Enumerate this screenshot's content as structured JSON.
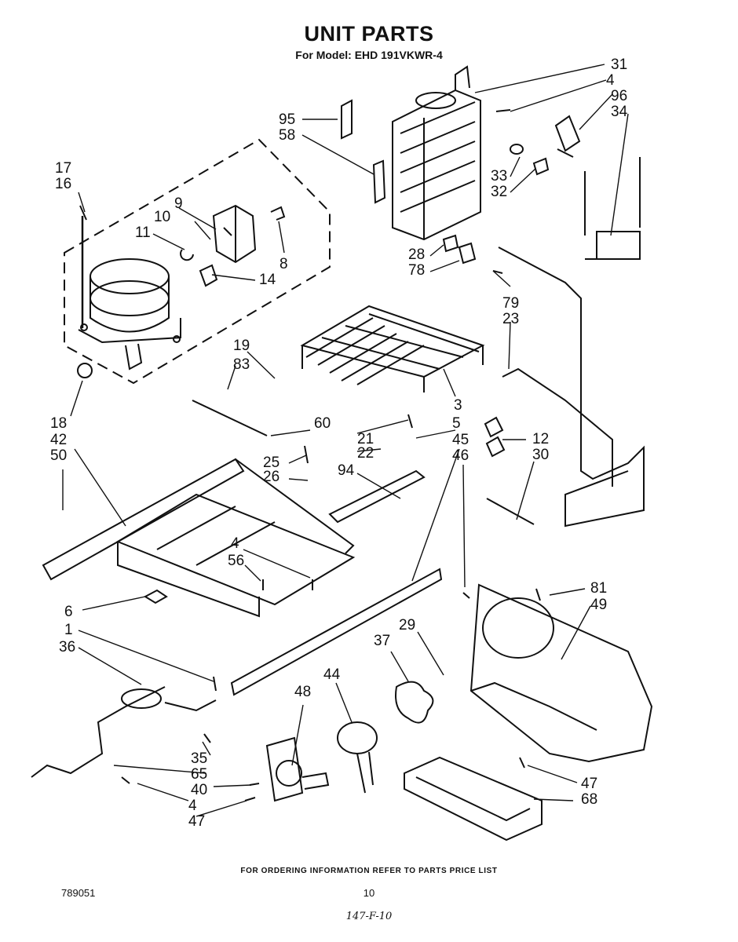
{
  "header": {
    "title": "UNIT PARTS",
    "subtitle": "For Model: EHD 191VKWR-4"
  },
  "footer": {
    "ordering_note": "FOR ORDERING INFORMATION REFER TO PARTS PRICE LIST",
    "doc_number": "789051",
    "page_number": "10",
    "handwritten_note": "147-F-10"
  },
  "callouts": [
    {
      "id": "c31",
      "text": "31"
    },
    {
      "id": "c4a",
      "text": "4"
    },
    {
      "id": "c96",
      "text": "96"
    },
    {
      "id": "c34",
      "text": "34"
    },
    {
      "id": "c95",
      "text": "95"
    },
    {
      "id": "c58",
      "text": "58"
    },
    {
      "id": "c33",
      "text": "33"
    },
    {
      "id": "c32",
      "text": "32"
    },
    {
      "id": "c17",
      "text": "17"
    },
    {
      "id": "c16",
      "text": "16"
    },
    {
      "id": "c9",
      "text": "9"
    },
    {
      "id": "c10",
      "text": "10"
    },
    {
      "id": "c11",
      "text": "11"
    },
    {
      "id": "c8",
      "text": "8"
    },
    {
      "id": "c14",
      "text": "14"
    },
    {
      "id": "c28",
      "text": "28"
    },
    {
      "id": "c78",
      "text": "78"
    },
    {
      "id": "c79",
      "text": "79"
    },
    {
      "id": "c23",
      "text": "23"
    },
    {
      "id": "c19",
      "text": "19"
    },
    {
      "id": "c83",
      "text": "83"
    },
    {
      "id": "c3",
      "text": "3"
    },
    {
      "id": "c18",
      "text": "18"
    },
    {
      "id": "c42",
      "text": "42"
    },
    {
      "id": "c50",
      "text": "50"
    },
    {
      "id": "c60",
      "text": "60"
    },
    {
      "id": "c21",
      "text": "21"
    },
    {
      "id": "c22",
      "text": "22"
    },
    {
      "id": "c5",
      "text": "5"
    },
    {
      "id": "c45",
      "text": "45"
    },
    {
      "id": "c46",
      "text": "46"
    },
    {
      "id": "c12",
      "text": "12"
    },
    {
      "id": "c30",
      "text": "30"
    },
    {
      "id": "c25",
      "text": "25"
    },
    {
      "id": "c26",
      "text": "26"
    },
    {
      "id": "c94",
      "text": "94"
    },
    {
      "id": "c4b",
      "text": "4"
    },
    {
      "id": "c56",
      "text": "56"
    },
    {
      "id": "c81",
      "text": "81"
    },
    {
      "id": "c49",
      "text": "49"
    },
    {
      "id": "c6",
      "text": "6"
    },
    {
      "id": "c1",
      "text": "1"
    },
    {
      "id": "c36",
      "text": "36"
    },
    {
      "id": "c29",
      "text": "29"
    },
    {
      "id": "c37",
      "text": "37"
    },
    {
      "id": "c44",
      "text": "44"
    },
    {
      "id": "c48",
      "text": "48"
    },
    {
      "id": "c35",
      "text": "35"
    },
    {
      "id": "c65",
      "text": "65"
    },
    {
      "id": "c40",
      "text": "40"
    },
    {
      "id": "c4c",
      "text": "4"
    },
    {
      "id": "c47a",
      "text": "47"
    },
    {
      "id": "c47b",
      "text": "47"
    },
    {
      "id": "c68",
      "text": "68"
    }
  ]
}
